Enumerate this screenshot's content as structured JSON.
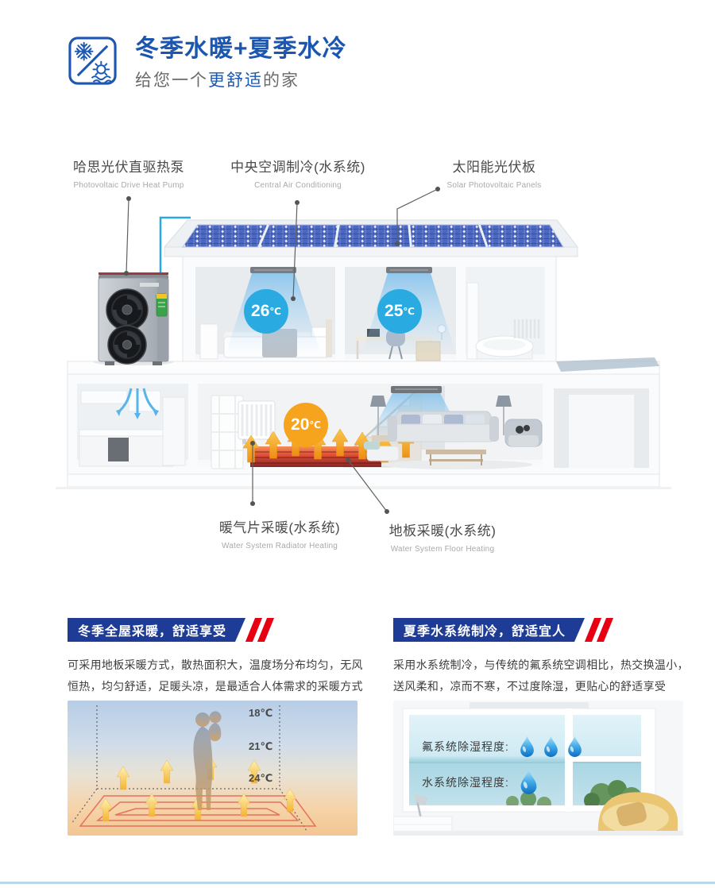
{
  "header": {
    "title": "冬季水暖+夏季水冷",
    "subtitle_prefix": "给您一个",
    "subtitle_highlight": "更舒适",
    "subtitle_suffix": "的家",
    "icon": "snowflake-sun-icon"
  },
  "diagram": {
    "callouts": [
      {
        "zh": "哈思光伏直驱热泵",
        "en": "Photovoltaic Drive Heat Pump"
      },
      {
        "zh": "中央空调制冷(水系统)",
        "en": "Central Air Conditioning"
      },
      {
        "zh": "太阳能光伏板",
        "en": "Solar Photovoltaic Panels"
      },
      {
        "zh": "暖气片采暖(水系统)",
        "en": "Water System Radiator Heating"
      },
      {
        "zh": "地板采暖(水系统)",
        "en": "Water System Floor Heating"
      }
    ],
    "badges": [
      {
        "value": "26",
        "unit": "℃",
        "color": "#29abe2"
      },
      {
        "value": "25",
        "unit": "℃",
        "color": "#29abe2"
      },
      {
        "value": "20",
        "unit": "℃",
        "color": "#f6a41d"
      }
    ]
  },
  "sections": [
    {
      "heading": "冬季全屋采暖，舒适享受",
      "body": "可采用地板采暖方式，散热面积大，温度场分布均匀，无风恒热，均匀舒适，足暖头凉，是最适合人体需求的采暖方式",
      "figure": {
        "temps": [
          "18℃",
          "21℃",
          "24℃"
        ]
      }
    },
    {
      "heading": "夏季水系统制冷，舒适宜人",
      "body": "采用水系统制冷，与传统的氟系统空调相比，热交换温小，送风柔和，凉而不寒，不过度除湿，更贴心的舒适享受",
      "figure": {
        "rows": [
          {
            "label": "氟系统除湿程度:",
            "drops": 3
          },
          {
            "label": "水系统除湿程度:",
            "drops": 1
          }
        ]
      }
    }
  ],
  "colors": {
    "accent_blue": "#1b57b0",
    "banner_blue": "#1e3c96",
    "accent_red": "#e60012",
    "badge_blue": "#29abe2",
    "badge_orange": "#f6a41d"
  }
}
